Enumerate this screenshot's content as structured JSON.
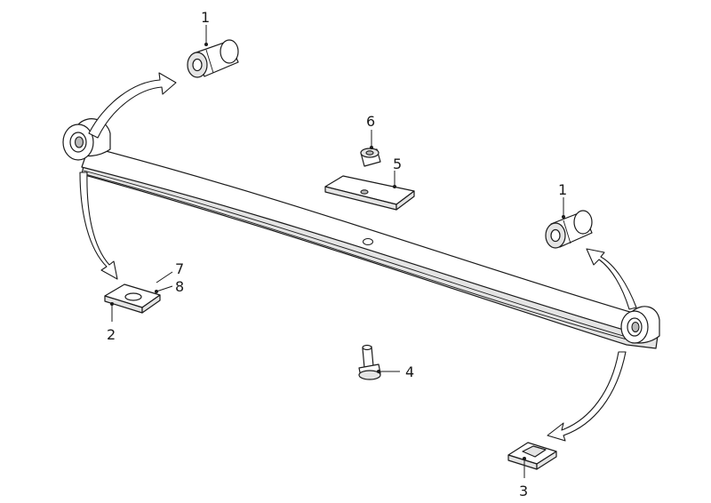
{
  "diagram": {
    "callouts": {
      "bushing_front": "1",
      "bushing_rear": "1",
      "plate_front": "2",
      "plate_rear": "3",
      "bolt": "4",
      "pad": "5",
      "nut": "6",
      "label_7": "7",
      "label_8": "8"
    }
  }
}
